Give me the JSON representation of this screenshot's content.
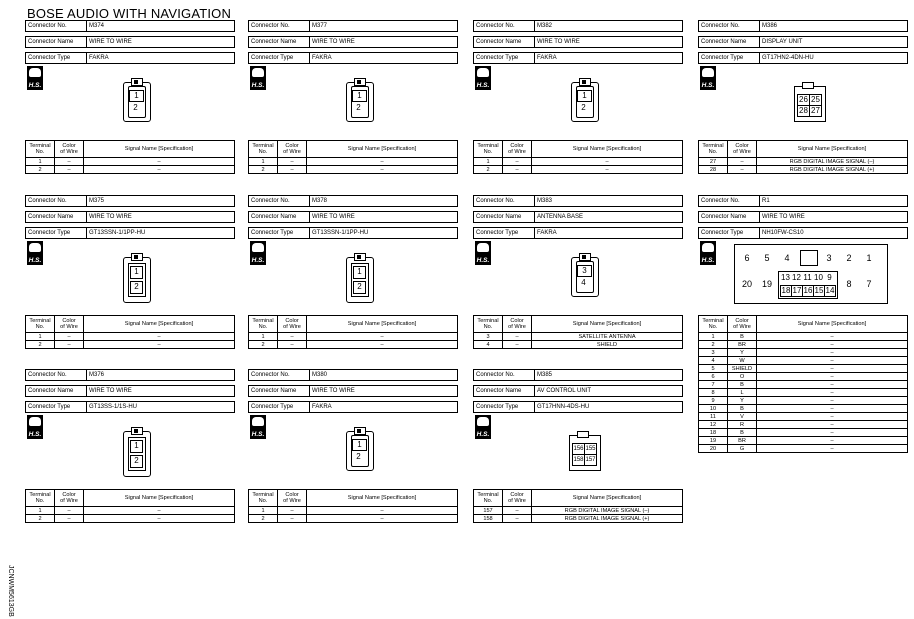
{
  "title": "BOSE AUDIO WITH NAVIGATION",
  "side_code": "JCNWM5613GB",
  "labels": {
    "connector_no": "Connector No.",
    "connector_name": "Connector Name",
    "connector_type": "Connector Type",
    "terminal_no": "Terminal No.",
    "color_of_wire": "Color of Wire",
    "signal_name": "Signal Name [Specification]",
    "hs": "H.S."
  },
  "connectors": [
    {
      "no": "M374",
      "name": "WIRE TO WIRE",
      "type": "FAKRA",
      "pins": [
        "1",
        "2"
      ],
      "rows": [
        [
          "1",
          "–",
          "–"
        ],
        [
          "2",
          "–",
          "–"
        ]
      ]
    },
    {
      "no": "M377",
      "name": "WIRE TO WIRE",
      "type": "FAKRA",
      "pins": [
        "1",
        "2"
      ],
      "rows": [
        [
          "1",
          "–",
          "–"
        ],
        [
          "2",
          "–",
          "–"
        ]
      ]
    },
    {
      "no": "M382",
      "name": "WIRE TO WIRE",
      "type": "FAKRA",
      "pins": [
        "1",
        "2"
      ],
      "rows": [
        [
          "1",
          "–",
          "–"
        ],
        [
          "2",
          "–",
          "–"
        ]
      ]
    },
    {
      "no": "M386",
      "name": "DISPLAY UNIT",
      "type": "GT17HN2-4DN-HU",
      "pins": [
        "26",
        "25",
        "28",
        "27"
      ],
      "rows": [
        [
          "27",
          "–",
          "RGB DIGITAL IMAGE SIGNAL (–)"
        ],
        [
          "28",
          "–",
          "RGB DIGITAL IMAGE SIGNAL (+)"
        ]
      ]
    },
    {
      "no": "M375",
      "name": "WIRE TO WIRE",
      "type": "GT13SSN-1/1PP-HU",
      "pins": [
        "1",
        "2"
      ],
      "rows": [
        [
          "1",
          "–",
          "–"
        ],
        [
          "2",
          "–",
          "–"
        ]
      ]
    },
    {
      "no": "M378",
      "name": "WIRE TO WIRE",
      "type": "GT13SSN-1/1PP-HU",
      "pins": [
        "1",
        "2"
      ],
      "rows": [
        [
          "1",
          "–",
          "–"
        ],
        [
          "2",
          "–",
          "–"
        ]
      ]
    },
    {
      "no": "M383",
      "name": "ANTENNA BASE",
      "type": "FAKRA",
      "pins": [
        "3",
        "4"
      ],
      "rows": [
        [
          "3",
          "–",
          "SATELLITE ANTENNA"
        ],
        [
          "4",
          "–",
          "SHIELD"
        ]
      ]
    },
    {
      "no": "R1",
      "name": "WIRE TO WIRE",
      "type": "NH10FW-CS10",
      "pins": [
        "6",
        "5",
        "4",
        "3",
        "2",
        "1",
        "20",
        "19",
        "13",
        "12",
        "11",
        "10",
        "9",
        "18",
        "17",
        "16",
        "15",
        "14",
        "8",
        "7"
      ],
      "rows": [
        [
          "1",
          "B",
          "–"
        ],
        [
          "2",
          "BR",
          "–"
        ],
        [
          "3",
          "Y",
          "–"
        ],
        [
          "4",
          "W",
          "–"
        ],
        [
          "5",
          "SHIELD",
          "–"
        ],
        [
          "6",
          "O",
          "–"
        ],
        [
          "7",
          "B",
          "–"
        ],
        [
          "8",
          "L",
          "–"
        ],
        [
          "9",
          "Y",
          "–"
        ],
        [
          "10",
          "B",
          "–"
        ],
        [
          "11",
          "V",
          "–"
        ],
        [
          "12",
          "R",
          "–"
        ],
        [
          "18",
          "B",
          "–"
        ],
        [
          "19",
          "BR",
          "–"
        ],
        [
          "20",
          "G",
          "–"
        ]
      ]
    },
    {
      "no": "M376",
      "name": "WIRE TO WIRE",
      "type": "GT13SS-1/1S-HU",
      "pins": [
        "1",
        "2"
      ],
      "rows": [
        [
          "1",
          "–",
          "–"
        ],
        [
          "2",
          "–",
          "–"
        ]
      ]
    },
    {
      "no": "M380",
      "name": "WIRE TO WIRE",
      "type": "FAKRA",
      "pins": [
        "1",
        "2"
      ],
      "rows": [
        [
          "1",
          "–",
          "–"
        ],
        [
          "2",
          "–",
          "–"
        ]
      ]
    },
    {
      "no": "M385",
      "name": "AV CONTROL UNIT",
      "type": "GT17HNN-4DS-HU",
      "pins": [
        "156",
        "155",
        "158",
        "157"
      ],
      "rows": [
        [
          "157",
          "–",
          "RGB DIGITAL IMAGE SIGNAL (–)"
        ],
        [
          "158",
          "–",
          "RGB DIGITAL IMAGE SIGNAL (+)"
        ]
      ]
    }
  ]
}
